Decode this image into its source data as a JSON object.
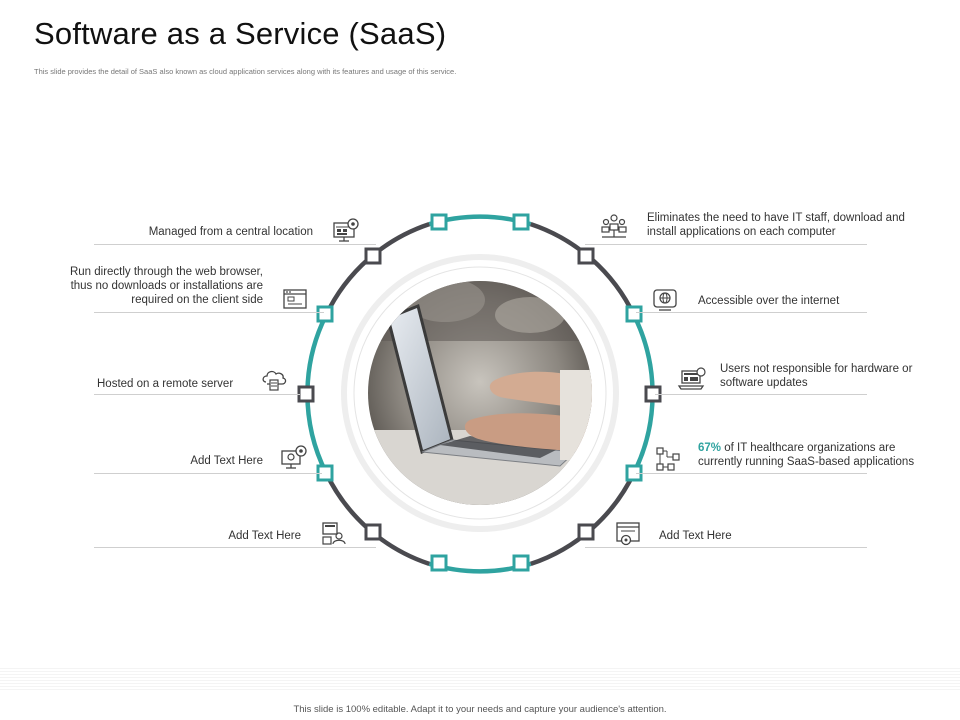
{
  "header": {
    "title": "Software as a Service (SaaS)",
    "subtitle": "This slide provides the detail of SaaS also known as cloud application services along with its features and usage of this service."
  },
  "colors": {
    "teal": "#2fa3a0",
    "dark": "#4a4a4f"
  },
  "features_left": [
    {
      "text": "Managed from a central location",
      "icon": "monitor-gear-icon"
    },
    {
      "text": "Run directly through the web browser, thus no downloads or installations are required on the client side",
      "icon": "browser-window-icon"
    },
    {
      "text": "Hosted on a remote server",
      "icon": "cloud-server-icon"
    },
    {
      "text": "Add Text Here",
      "icon": "settings-monitor-icon"
    },
    {
      "text": "Add Text Here",
      "icon": "user-devices-icon"
    }
  ],
  "features_right": [
    {
      "text": "Eliminates the need to have IT staff, download and install applications on each computer",
      "icon": "team-computers-icon"
    },
    {
      "text": "Accessible over the internet",
      "icon": "internet-globe-icon"
    },
    {
      "text": "Users not responsible for hardware or software updates",
      "icon": "laptop-update-icon"
    },
    {
      "pct": "67%",
      "text": " of IT healthcare organizations are currently running SaaS-based applications",
      "icon": "network-nodes-icon"
    },
    {
      "text": "Add Text Here",
      "icon": "web-settings-icon"
    }
  ],
  "center_image": {
    "icon": "laptop-typing-photo"
  },
  "footer": "This slide is 100% editable. Adapt it to your needs and capture your audience's attention."
}
